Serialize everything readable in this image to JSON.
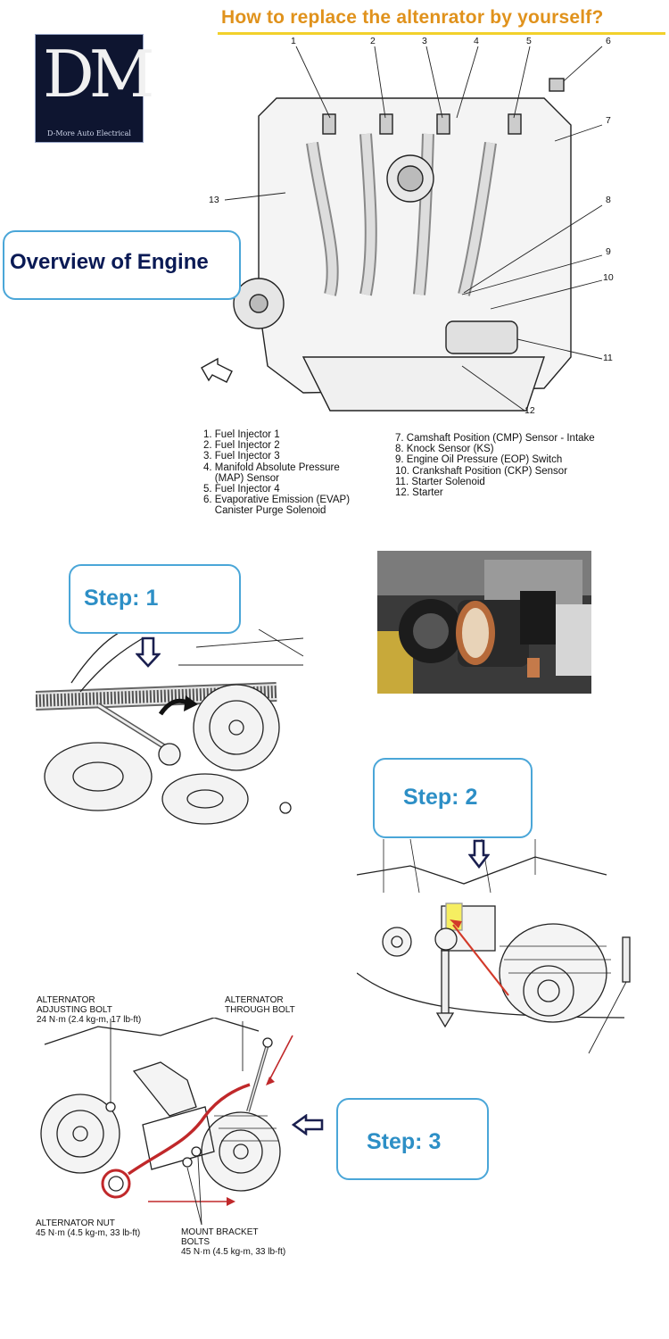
{
  "header": {
    "title": "How to replace the altenrator by yourself?",
    "title_color": "#e0921c",
    "underline_color": "#f2d12b"
  },
  "logo": {
    "letters": "DM",
    "caption": "D-More Auto Electrical"
  },
  "overview": {
    "label": "Overview of Engine",
    "callout_numbers": [
      "1",
      "2",
      "3",
      "4",
      "5",
      "6",
      "7",
      "8",
      "9",
      "10",
      "11",
      "12",
      "13"
    ],
    "legend_left": [
      "1. Fuel Injector 1",
      "2. Fuel Injector 2",
      "3. Fuel Injector 3",
      "4. Manifold Absolute Pressure",
      "    (MAP) Sensor",
      "5. Fuel Injector 4",
      "6. Evaporative Emission (EVAP)",
      "    Canister Purge Solenoid"
    ],
    "legend_right": [
      "7. Camshaft Position (CMP) Sensor - Intake",
      "8. Knock Sensor (KS)",
      "9. Engine Oil Pressure (EOP) Switch",
      "10. Crankshaft Position (CKP) Sensor",
      "11. Starter Solenoid",
      "12. Starter"
    ]
  },
  "steps": {
    "step1": "Step: 1",
    "step2": "Step: 2",
    "step3": "Step: 3"
  },
  "step3_labels": {
    "adjusting_bolt_title1": "ALTERNATOR",
    "adjusting_bolt_title2": "ADJUSTING BOLT",
    "adjusting_bolt_spec": "24 N·m (2.4 kg-m, 17 lb-ft)",
    "through_bolt_title1": "ALTERNATOR",
    "through_bolt_title2": "THROUGH BOLT",
    "nut_title": "ALTERNATOR NUT",
    "nut_spec": "45 N·m (4.5 kg-m, 33 lb-ft)",
    "bracket_title1": "MOUNT BRACKET",
    "bracket_title2": "BOLTS",
    "bracket_spec": "45 N·m (4.5 kg-m, 33 lb-ft)"
  },
  "colors": {
    "callout_border": "#4aa6d8",
    "step_text": "#2d8fc6",
    "overview_text": "#0a1a55",
    "highlight_red": "#c0282a"
  }
}
